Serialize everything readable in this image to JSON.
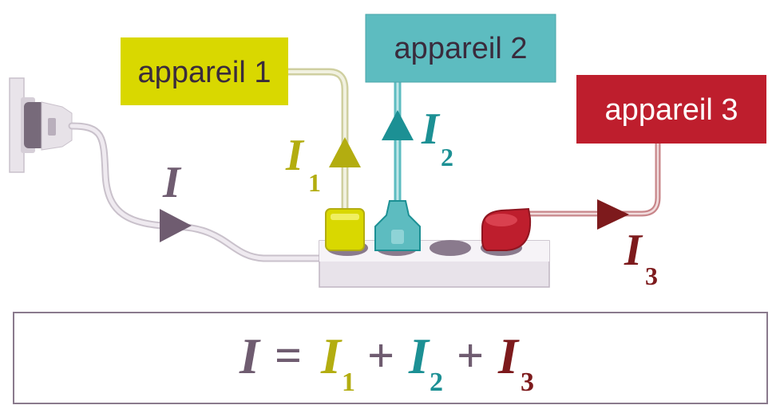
{
  "devices": {
    "device1": {
      "label": "appareil 1"
    },
    "device2": {
      "label": "appareil 2"
    },
    "device3": {
      "label": "appareil 3"
    }
  },
  "currents": {
    "total": {
      "symbol": "I"
    },
    "i1": {
      "symbol": "I",
      "index": "1"
    },
    "i2": {
      "symbol": "I",
      "index": "2"
    },
    "i3": {
      "symbol": "I",
      "index": "3"
    }
  },
  "formula": {
    "lhs": "I",
    "equals": "=",
    "t1": "I",
    "t1_index": "1",
    "plus1": "+",
    "t2": "I",
    "t2_index": "2",
    "plus2": "+",
    "t3": "I",
    "t3_index": "3"
  },
  "colors": {
    "total": "#6f5c70",
    "device1": "#d9d800",
    "current1": "#b3ad10",
    "device2": "#5dbcc0",
    "current2": "#1c9094",
    "device3": "#be1e2d",
    "current3": "#7d1a1c",
    "label_text_dark": "#3a2b3c",
    "label_text_light": "#ffffff"
  }
}
